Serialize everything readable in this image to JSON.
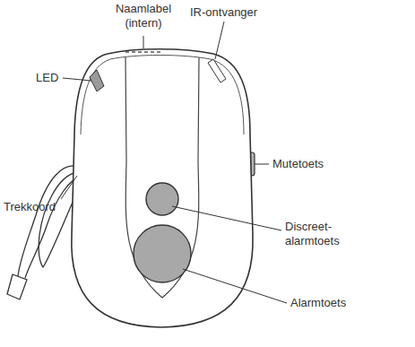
{
  "diagram": {
    "labels": [
      "Naamlabel (intern)",
      "IR-ontvanger",
      "LED",
      "Mutetoets",
      "Trekkoord",
      "Discreet- alarmtoets",
      "Alarmtoets"
    ]
  }
}
